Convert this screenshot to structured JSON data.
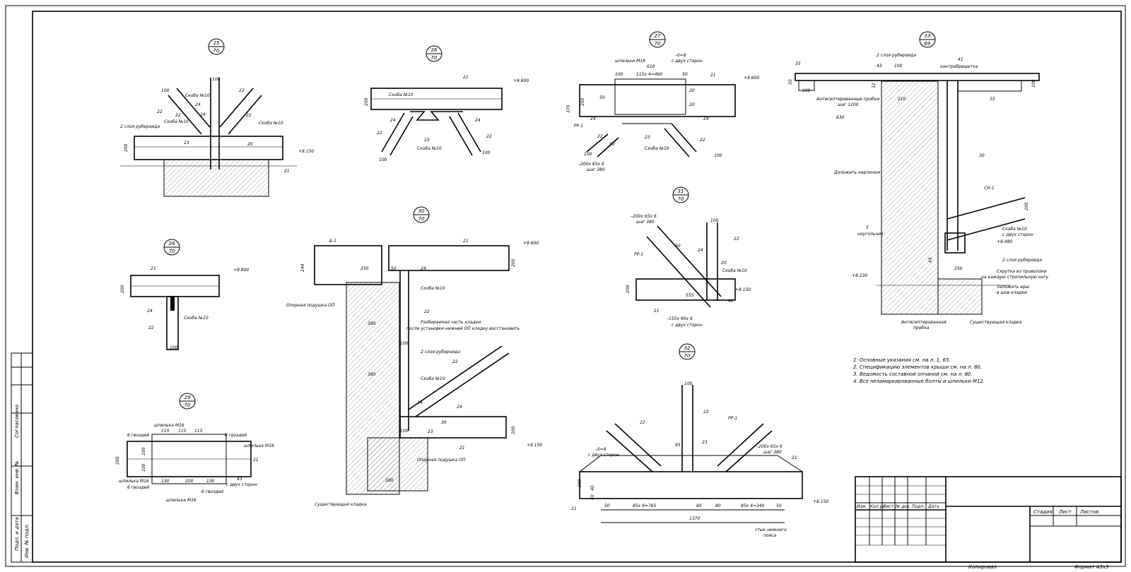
{
  "details": [
    {
      "num": "25",
      "sheet": "70",
      "labels": {
        "l100": "100",
        "l100b": "100",
        "skoba1": "Скоба №10",
        "skoba2": "Скоба №10",
        "skoba3": "Скоба №10",
        "ruber": "2 слоя рубероида",
        "n22a": "22",
        "n22b": "22",
        "n22c": "22",
        "n22d": "22",
        "n24a": "24",
        "n24b": "24",
        "n23": "23",
        "n20": "20",
        "n200": "200",
        "n21": "21",
        "elev": "+8.150"
      }
    },
    {
      "num": "26",
      "sheet": "70",
      "labels": {
        "skoba1": "Скоба №10",
        "skoba2": "Скоба №10",
        "n200": "200",
        "n21": "21",
        "n24a": "24",
        "n24b": "24",
        "n23": "23",
        "n22a": "22",
        "n22b": "22",
        "n100a": "100",
        "n100b": "100",
        "elev": "+9.600"
      }
    },
    {
      "num": "27",
      "sheet": "70",
      "labels": {
        "shp": "шпильки М16",
        "d8": "–δ=8",
        "both": "с двух сторон",
        "n610": "610",
        "n100": "100",
        "n115": "115x 4=460",
        "n50": "50",
        "n21": "21",
        "elev": "+9.600",
        "n370": "370",
        "n200": "200",
        "n50b": "50",
        "n20a": "20",
        "n20b": "20",
        "n24a": "24",
        "n24b": "24",
        "n23": "23",
        "rr": "РР-1",
        "skoba": "Скоба №10",
        "n22a": "22",
        "n22b": "22",
        "plate": "–200x 65x 6",
        "step": "шаг 380",
        "n100a": "100",
        "n100b": "100",
        "n50c": "50"
      }
    },
    {
      "num": "28",
      "sheet": "70",
      "labels": {
        "n21": "21",
        "n200": "200",
        "elev": "+9.800",
        "n24": "24",
        "skoba": "Скоба №10",
        "n22": "22",
        "n100": "100"
      }
    },
    {
      "num": "29",
      "sheet": "70",
      "labels": {
        "shp1": "шпилька М16",
        "shp2": "шпилька М16",
        "shp3": "шпилька М16",
        "shp4": "шпилька М16",
        "g1": "6 гвоздей",
        "g2": "6 гвоздей",
        "g3": "6 гвоздей",
        "g4": "6 гвоздей",
        "n115a": "115",
        "n115b": "115",
        "n115c": "115",
        "n200": "200",
        "n100a": "100",
        "n100b": "100",
        "n130a": "130",
        "n130b": "130",
        "n200b": "200",
        "n21": "21",
        "n43": "43",
        "both": "с двух сторон"
      }
    },
    {
      "num": "30",
      "sheet": "70",
      "labels": {
        "b1": "Б-1",
        "n21a": "21",
        "n21b": "21",
        "elev1": "+9.600",
        "n244": "244",
        "n250": "250",
        "n24a": "24",
        "n24b": "24",
        "n24c": "24",
        "n200a": "200",
        "n200b": "200",
        "n50": "50",
        "skoba1": "Скоба №10",
        "skoba2": "Скоба №10",
        "podush1": "Опорная подушка ОП",
        "podush2": "Опорная подушка ОП",
        "n22a": "22",
        "n22b": "22",
        "razb1": "Разбираемая часть кладки",
        "razb2": "после установки нижней ОП кладку восстановить",
        "n380": "380",
        "n380b": "380",
        "n100": "100",
        "n100b": "100",
        "n380c": "380",
        "ruber": "2 слоя рубероида",
        "n23": "23",
        "n30": "30",
        "elev2": "+8.150",
        "sush": "Существующая кладка"
      }
    },
    {
      "num": "31",
      "sheet": "70",
      "labels": {
        "plate1": "–200x 65x 6",
        "step": "шаг 380",
        "rr": "РР-1",
        "n100": "100",
        "n22": "22",
        "n24": "24",
        "n20": "20",
        "skoba": "Скоба №10",
        "n200": "200",
        "elev": "+8.150",
        "n555": "555",
        "n21": "21",
        "plate2": "–155x 90x 6",
        "both": "с двух сторон",
        "n50": "50",
        "n40": "40"
      }
    },
    {
      "num": "32",
      "sheet": "70",
      "labels": {
        "n100": "100",
        "n22a": "22",
        "n22b": "22",
        "rr": "РР-1",
        "n23": "23",
        "d8": "–δ=8",
        "both": "с двух сторон",
        "n85": "85",
        "plate": "–200x 65x 6",
        "step": "шаг 380",
        "n21a": "21",
        "n21b": "21",
        "n200": "200",
        "n40a": "40",
        "n40b": "40",
        "n50a": "50",
        "n50b": "50",
        "n85x9": "85x 9=765",
        "n80a": "80",
        "n80b": "80",
        "n85x4": "85x 4=340",
        "n1370": "1370",
        "elev": "+8.150",
        "styk1": "стык нижнего",
        "styk2": "пояса"
      }
    },
    {
      "num": "33",
      "sheet": "69",
      "labels": {
        "n35a": "35",
        "n35b": "35",
        "ruber1": "2 слоя рубероида",
        "n41": "41",
        "kontr": "контробрешетка",
        "n43": "43",
        "n100": "100",
        "n50": "50",
        "n100b": "100",
        "n32": "32",
        "antis1": "Антисептированные пробки",
        "antis2": "шаг 1200",
        "n210": "210",
        "n630": "630",
        "n100c": "100",
        "n30": "30",
        "dokl": "Доложить кирпичом",
        "sn": "СН-1",
        "n200": "200",
        "n5": "5",
        "naugolnik": "наугольник",
        "skoba": "Скоба №10",
        "both": "с двух сторон",
        "elev1": "+8.480",
        "ruber2": "2 слоя рубероида",
        "n65": "65",
        "n250": "250",
        "elev2": "+8.230",
        "skrut1": "Скрутка из проволоки",
        "skrut2": "на каждую стропильную ногу",
        "zalozh1": "Заложить ерш",
        "zalozh2": "в шов кладки",
        "antis3": "Антисептированная",
        "antis4": "пробка",
        "sush": "Существующая кладка"
      }
    }
  ],
  "notes": [
    "1. Основные указания см. на л. 1, 65.",
    "2. Спецификацию элементов крыши см. на л. 80.",
    "3. Ведомость составной опчаной см. на л. 80.",
    "4. Все незамаркированные болты и шпильки М12."
  ],
  "sidebar": [
    "Согласовано",
    "Взам. инв. №",
    "Подп. и дата",
    "Инв. № подл."
  ],
  "title_block": {
    "cols": [
      "Изм.",
      "Кол.уч",
      "Лист",
      "№ док.",
      "Подп.",
      "Дата"
    ],
    "stadia": "Стадия",
    "list": "Лист",
    "listov": "Листов",
    "kopiroval": "Копировал",
    "format": "Формат  А3х3"
  }
}
